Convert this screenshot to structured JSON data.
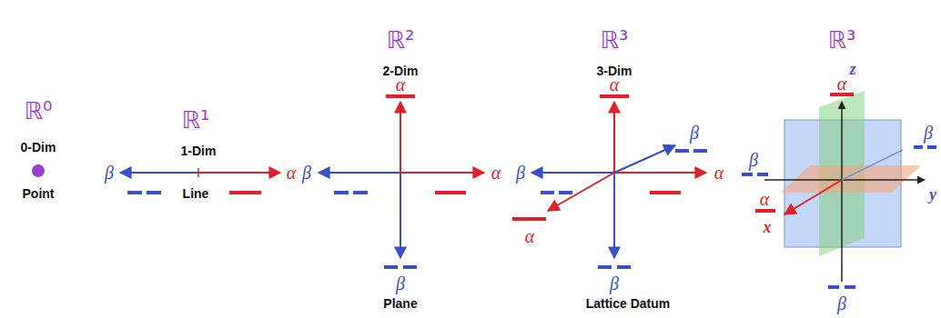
{
  "diagram": {
    "labels": [
      "ℝ⁰",
      "0-Dim",
      "Point",
      "ℝ¹",
      "1-Dim",
      "β",
      "α",
      "Line",
      "ℝ²",
      "2-Dim",
      "α",
      "β",
      "α",
      "β",
      "Plane",
      "ℝ³",
      "3-Dim",
      "α",
      "β",
      "β",
      "α",
      "α",
      "β",
      "ℝ³",
      "z",
      "α",
      "β",
      "β",
      "y",
      "α",
      "x",
      "β",
      "Lattice Datum"
    ]
  }
}
